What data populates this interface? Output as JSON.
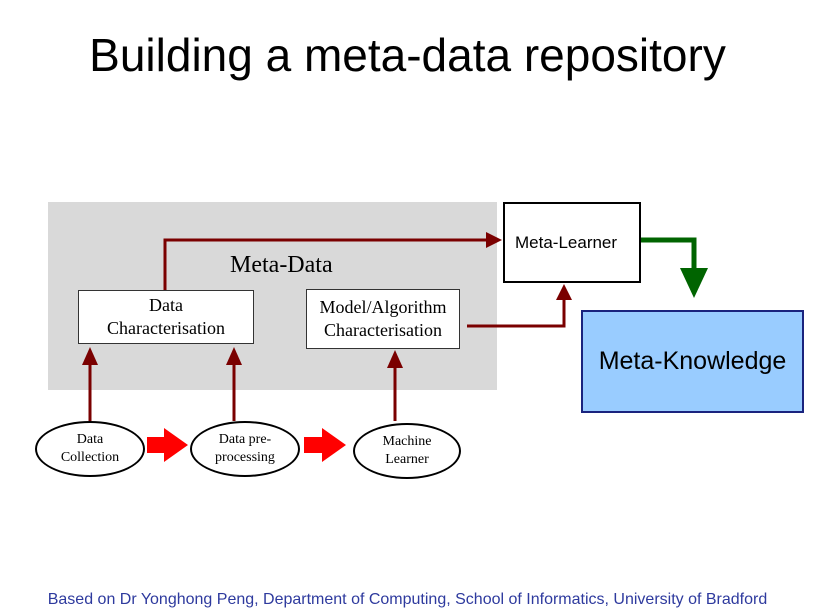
{
  "title": "Building a meta-data repository",
  "meta_data_label": "Meta-Data",
  "boxes": {
    "data_characterisation": "Data\nCharacterisation",
    "model_algorithm_characterisation": "Model/Algorithm\nCharacterisation",
    "meta_learner": "Meta-Learner",
    "meta_knowledge": "Meta-Knowledge"
  },
  "ellipses": {
    "data_collection": "Data\nCollection",
    "data_preprocessing": "Data pre-\nprocessing",
    "machine_learner": "Machine\nLearner"
  },
  "footer": "Based on Dr Yonghong Peng, Department of Computing, School of Informatics, University of Bradford",
  "colors": {
    "dark_red_arrow": "#7a0000",
    "red_arrow": "#ff0000",
    "green_arrow": "#006400",
    "meta_knowledge_fill": "#99ccff",
    "meta_area_fill": "#d9d9d9",
    "footer_text": "#2e3a9e"
  }
}
